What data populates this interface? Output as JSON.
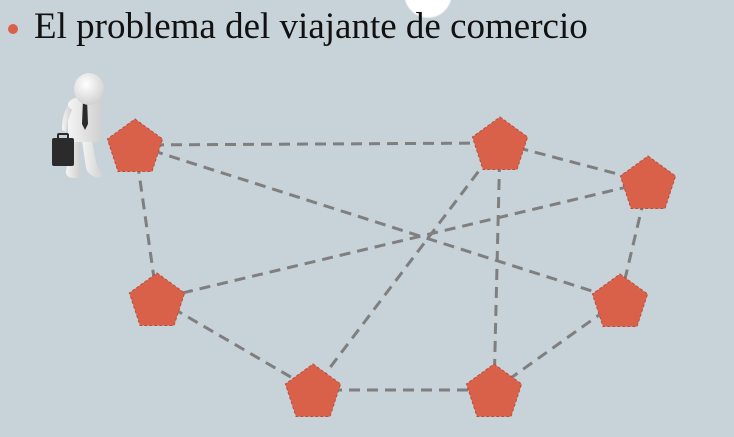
{
  "slide": {
    "title": "El problema del viajante de comercio"
  },
  "colors": {
    "background": "#c8d2d9",
    "bullet": "#d9614a",
    "node_fill": "#d9614a",
    "edge": "#7f7f7f"
  },
  "icons": {
    "traveler": "businessman-with-briefcase-icon",
    "city": "pentagon-node"
  },
  "graph": {
    "nodes": [
      "n1",
      "n2",
      "n3",
      "n4",
      "n5",
      "n6",
      "n7"
    ],
    "edges": [
      [
        "n1",
        "n2"
      ],
      [
        "n1",
        "n4"
      ],
      [
        "n1",
        "n5"
      ],
      [
        "n2",
        "n3"
      ],
      [
        "n2",
        "n6"
      ],
      [
        "n2",
        "n7"
      ],
      [
        "n3",
        "n4"
      ],
      [
        "n3",
        "n5"
      ],
      [
        "n4",
        "n6"
      ],
      [
        "n5",
        "n7"
      ],
      [
        "n6",
        "n7"
      ]
    ]
  }
}
